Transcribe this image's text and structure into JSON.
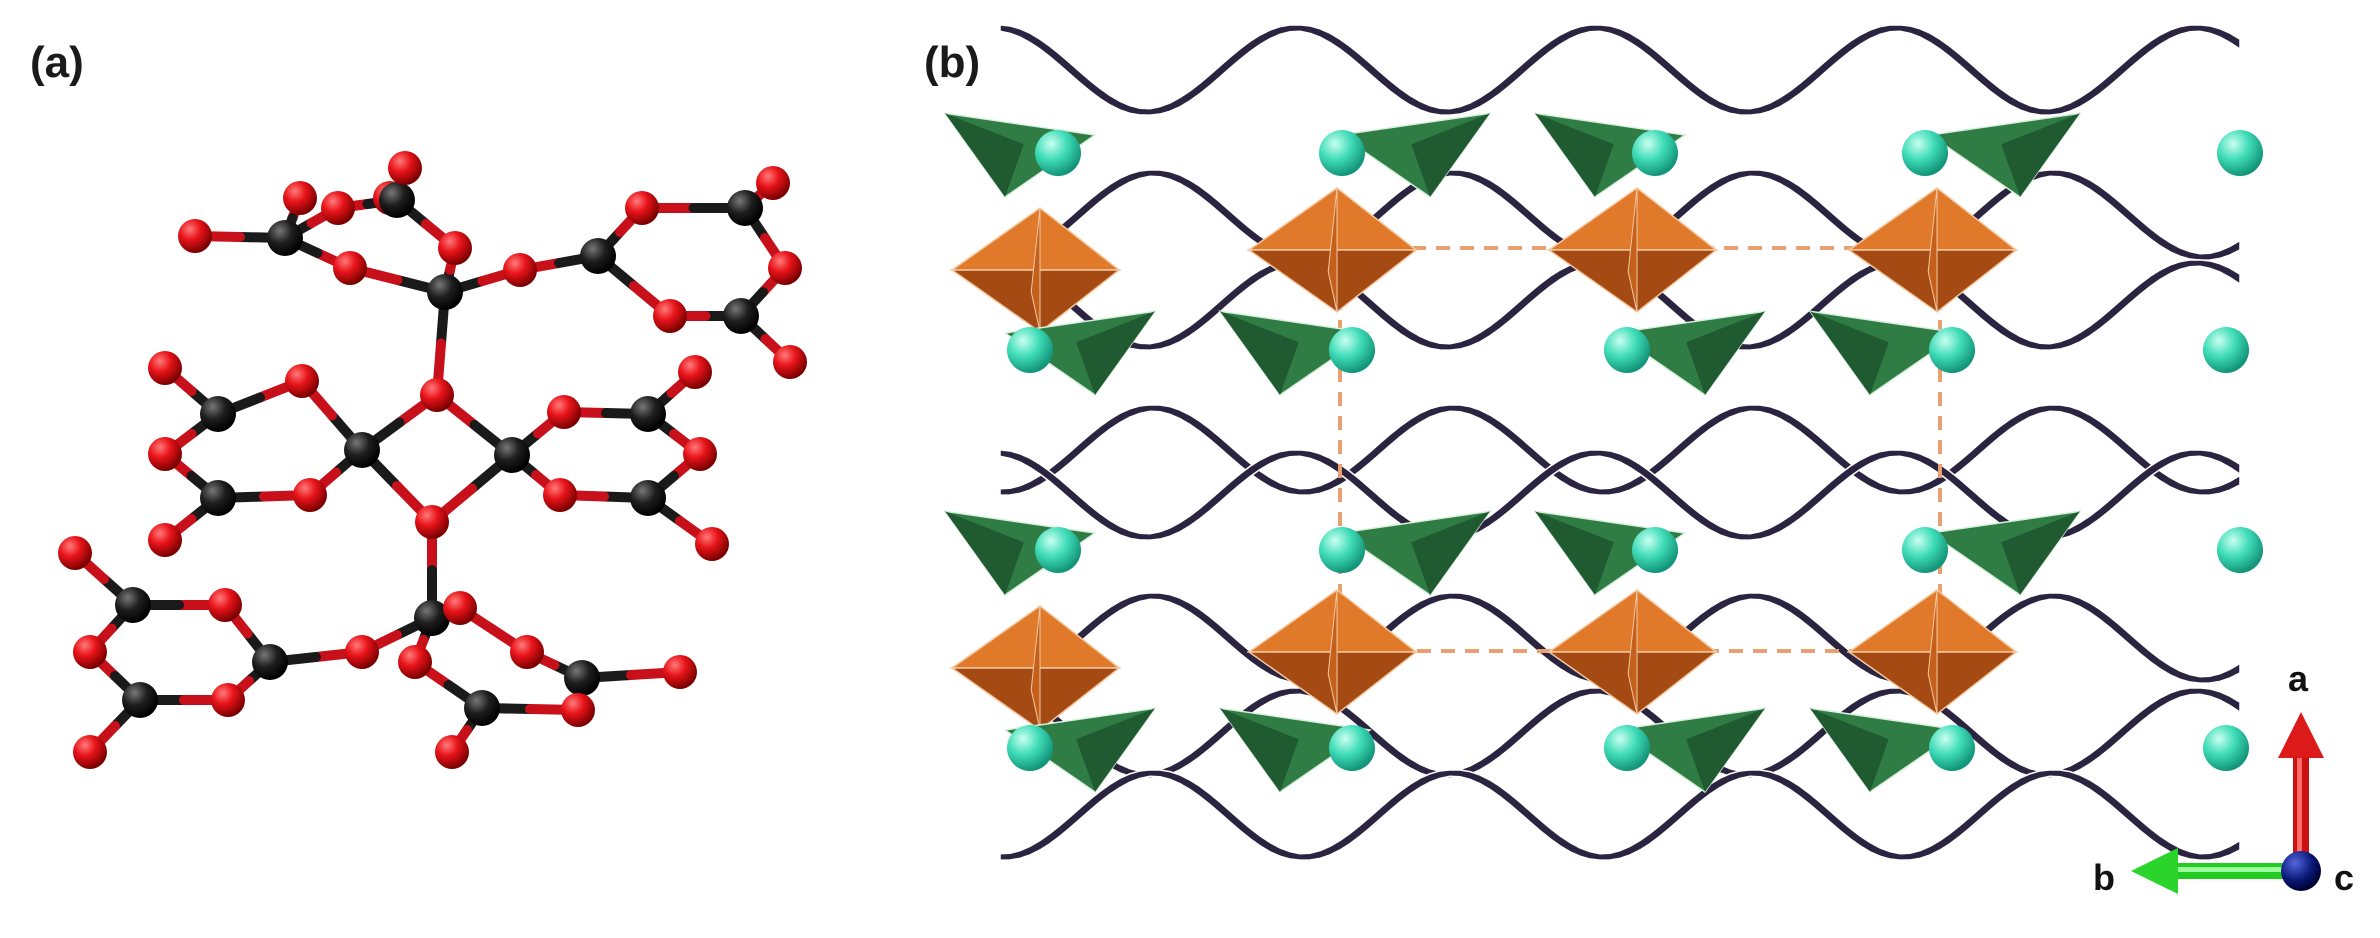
{
  "panels": {
    "a": {
      "label": "(a)"
    },
    "b": {
      "label": "(b)"
    }
  },
  "axes": {
    "a": "a",
    "b": "b",
    "c": "c"
  },
  "colors": {
    "oxygen": "#e8141a",
    "carbon": "#1a1a1a",
    "tetrahedron": "#2f7d45",
    "octahedron": "#d9671c",
    "cation": "#3fdcb8",
    "ribbon": "#2b2440",
    "cell": "#e8a070",
    "axis_a": "#cc1111",
    "axis_b": "#22cc22",
    "axis_c": "#0a1a7a"
  }
}
